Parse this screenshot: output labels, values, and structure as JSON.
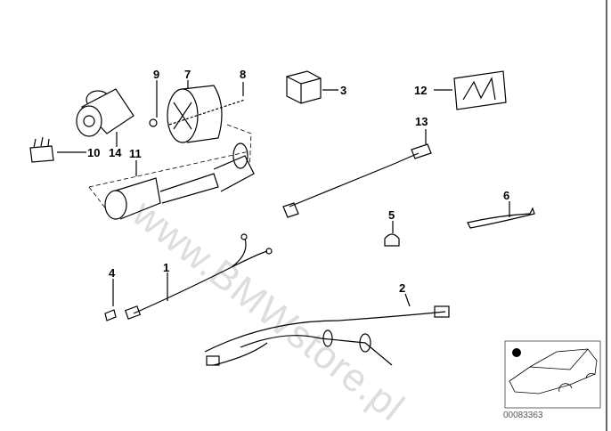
{
  "diagram": {
    "part_labels": {
      "p1": "1",
      "p2": "2",
      "p3": "3",
      "p4": "4",
      "p5": "5",
      "p6": "6",
      "p7": "7",
      "p8": "8",
      "p9": "9",
      "p10": "10",
      "p11": "11",
      "p12": "12",
      "p13": "13",
      "p14": "14"
    },
    "watermark": "www.BMWstore.pl",
    "diagram_code": "00083363"
  }
}
